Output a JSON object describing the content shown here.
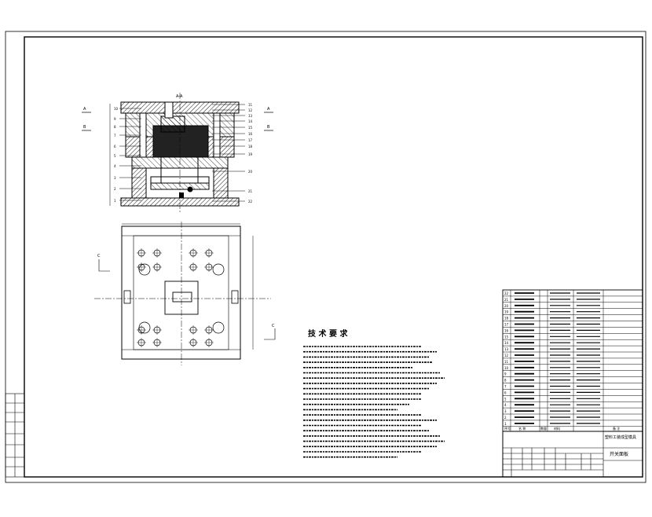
{
  "tech_title": "技 术 要 求",
  "section_labels": {
    "top_left": "A",
    "top_right": "A",
    "mid_left": "B",
    "mid_right": "B",
    "plan_left": "C",
    "plan_right": "C",
    "section_cut": "A-A"
  },
  "callouts_left": [
    "10",
    "9",
    "8",
    "7",
    "6",
    "5",
    "4",
    "3",
    "2",
    "1"
  ],
  "callouts_right": [
    "11",
    "12",
    "13",
    "14",
    "15",
    "16",
    "17",
    "18",
    "19",
    "20",
    "21",
    "22"
  ],
  "bom_numbers": [
    "22",
    "21",
    "20",
    "19",
    "18",
    "17",
    "16",
    "15",
    "14",
    "13",
    "12",
    "11",
    "10",
    "9",
    "8",
    "7",
    "6",
    "5",
    "4",
    "3",
    "2",
    "1"
  ],
  "bom_header": [
    "序号",
    "名 称",
    "数量",
    "材料",
    "备 注"
  ],
  "title_block": {
    "drawing_name": "开关面板",
    "project": "塑料工装成型模具"
  }
}
